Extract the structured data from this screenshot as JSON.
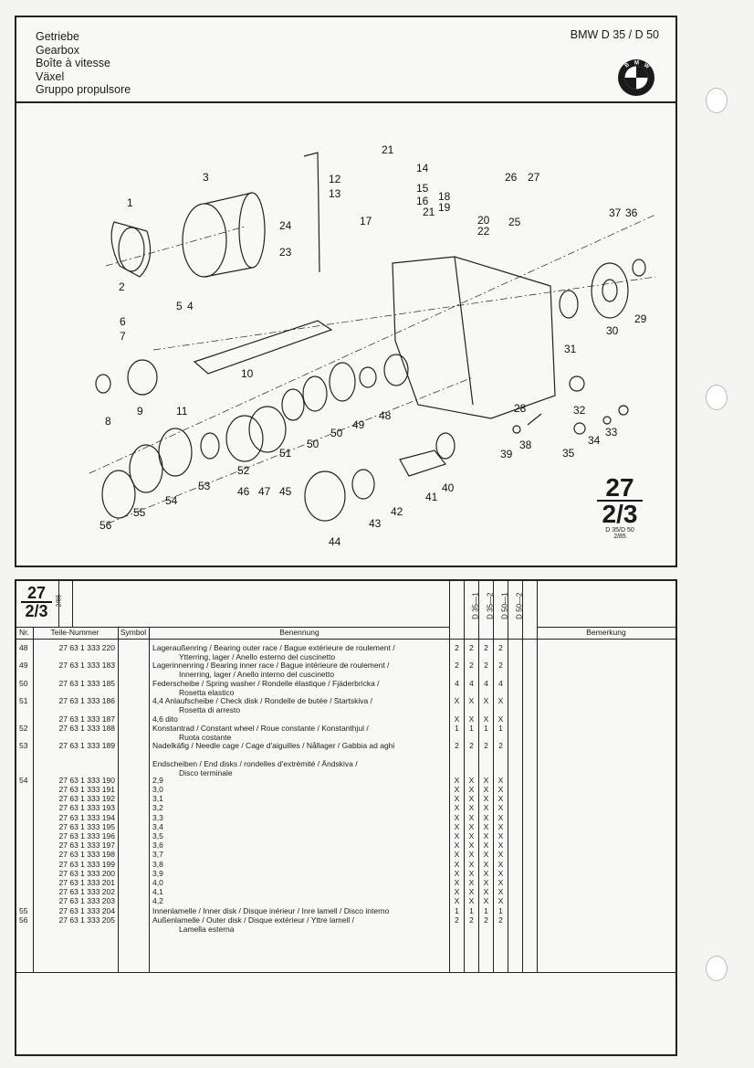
{
  "header": {
    "titles": [
      "Getriebe",
      "Gearbox",
      "Boîte à vitesse",
      "Växel",
      "Gruppo propulsore"
    ],
    "model": "BMW D 35 / D 50",
    "logo": "bmw-roundel-icon"
  },
  "diagram": {
    "callouts": [
      "1",
      "2",
      "3",
      "4",
      "5",
      "6",
      "7",
      "8",
      "9",
      "10",
      "11",
      "12",
      "13",
      "14",
      "15",
      "16",
      "17",
      "18",
      "19",
      "20",
      "21",
      "22",
      "23",
      "24",
      "25",
      "26",
      "27",
      "28",
      "29",
      "30",
      "31",
      "32",
      "33",
      "34",
      "35",
      "36",
      "37",
      "38",
      "39",
      "40",
      "41",
      "42",
      "43",
      "44",
      "45",
      "46",
      "47",
      "48",
      "49",
      "50",
      "51",
      "52",
      "53",
      "54",
      "55",
      "56"
    ],
    "page_group": "27",
    "page_sub": "2/3",
    "page_model": "D 35/D 50",
    "page_date": "2/85"
  },
  "table": {
    "group": "27",
    "sub": "2/3",
    "date": "2/85",
    "headers": {
      "nr": "Nr.",
      "part_number": "Teile-Nummer",
      "symbol": "Symbol",
      "description": "Benennung",
      "variants": [
        "D 35—1",
        "D 35—2",
        "D 50—1",
        "D 50—2"
      ],
      "remark": "Bemerkung"
    },
    "rows": [
      {
        "nr": "48",
        "part": "27 63 1 333 220",
        "desc": "Lageraußenring / Bearing outer race / Bague extérieure de roulement /",
        "desc2": "Ytterring, lager / Anello esterno del cuscinetto",
        "qty": [
          "2",
          "2",
          "2",
          "2"
        ]
      },
      {
        "nr": "49",
        "part": "27 63 1 333 183",
        "desc": "Lagerinnenring / Bearing inner race / Bague intérieure de roulement /",
        "desc2": "Innerring, lager / Anello interno del cuscinetto",
        "qty": [
          "2",
          "2",
          "2",
          "2"
        ]
      },
      {
        "nr": "50",
        "part": "27 63 1 333 185",
        "desc": "Federscheibe / Spring washer / Rondelle élastique / Fjäderbricka /",
        "desc2": "Rosetta elastico",
        "qty": [
          "4",
          "4",
          "4",
          "4"
        ]
      },
      {
        "nr": "51",
        "part": "27 63 1 333 186",
        "desc": "4,4  Anlaufscheibe / Check disk / Rondelle de butée / Startskiva /",
        "desc2": "Rosetta di arresto",
        "qty": [
          "X",
          "X",
          "X",
          "X"
        ]
      },
      {
        "nr": "",
        "part": "27 63 1 333 187",
        "desc": "4,6  dito",
        "desc2": "",
        "qty": [
          "X",
          "X",
          "X",
          "X"
        ]
      },
      {
        "nr": "52",
        "part": "27 63 1 333 188",
        "desc": "Konstantrad / Constant wheel / Roue constante / Konstanthjul /",
        "desc2": "Ruota costante",
        "qty": [
          "1",
          "1",
          "1",
          "1"
        ]
      },
      {
        "nr": "53",
        "part": "27 63 1 333 189",
        "desc": "Nadelkäfig / Needle cage / Cage d'aiguilles / Nållager / Gabbia ad aghi",
        "desc2": "",
        "qty": [
          "2",
          "2",
          "2",
          "2"
        ]
      },
      {
        "nr": "",
        "part": "",
        "desc": "Endscheiben / End disks / rondelles d'extrémité / Ändskiva /",
        "desc2": "Disco terminale",
        "qty": [
          "",
          "",
          "",
          ""
        ]
      },
      {
        "nr": "54",
        "part": "27 63 1 333 190",
        "desc": "2,9",
        "desc2": "",
        "qty": [
          "X",
          "X",
          "X",
          "X"
        ]
      },
      {
        "nr": "",
        "part": "27 63 1 333 191",
        "desc": "3,0",
        "desc2": "",
        "qty": [
          "X",
          "X",
          "X",
          "X"
        ]
      },
      {
        "nr": "",
        "part": "27 63 1 333 192",
        "desc": "3,1",
        "desc2": "",
        "qty": [
          "X",
          "X",
          "X",
          "X"
        ]
      },
      {
        "nr": "",
        "part": "27 63 1 333 193",
        "desc": "3,2",
        "desc2": "",
        "qty": [
          "X",
          "X",
          "X",
          "X"
        ]
      },
      {
        "nr": "",
        "part": "27 63 1 333 194",
        "desc": "3,3",
        "desc2": "",
        "qty": [
          "X",
          "X",
          "X",
          "X"
        ]
      },
      {
        "nr": "",
        "part": "27 63 1 333 195",
        "desc": "3,4",
        "desc2": "",
        "qty": [
          "X",
          "X",
          "X",
          "X"
        ]
      },
      {
        "nr": "",
        "part": "27 63 1 333 196",
        "desc": "3,5",
        "desc2": "",
        "qty": [
          "X",
          "X",
          "X",
          "X"
        ]
      },
      {
        "nr": "",
        "part": "27 63 1 333 197",
        "desc": "3,6",
        "desc2": "",
        "qty": [
          "X",
          "X",
          "X",
          "X"
        ]
      },
      {
        "nr": "",
        "part": "27 63 1 333 198",
        "desc": "3,7",
        "desc2": "",
        "qty": [
          "X",
          "X",
          "X",
          "X"
        ]
      },
      {
        "nr": "",
        "part": "27 63 1 333 199",
        "desc": "3,8",
        "desc2": "",
        "qty": [
          "X",
          "X",
          "X",
          "X"
        ]
      },
      {
        "nr": "",
        "part": "27 63 1 333 200",
        "desc": "3,9",
        "desc2": "",
        "qty": [
          "X",
          "X",
          "X",
          "X"
        ]
      },
      {
        "nr": "",
        "part": "27 63 1 333 201",
        "desc": "4,0",
        "desc2": "",
        "qty": [
          "X",
          "X",
          "X",
          "X"
        ]
      },
      {
        "nr": "",
        "part": "27 63 1 333 202",
        "desc": "4,1",
        "desc2": "",
        "qty": [
          "X",
          "X",
          "X",
          "X"
        ]
      },
      {
        "nr": "",
        "part": "27 63 1 333 203",
        "desc": "4,2",
        "desc2": "",
        "qty": [
          "X",
          "X",
          "X",
          "X"
        ]
      },
      {
        "nr": "55",
        "part": "27 63 1 333 204",
        "desc": "Innenlamelle / Inner disk / Disque inérieur / Inre lamell / Disco interno",
        "desc2": "",
        "qty": [
          "1",
          "1",
          "1",
          "1"
        ]
      },
      {
        "nr": "56",
        "part": "27 63 1 333 205",
        "desc": "Außenlamelle / Outer disk / Disque extérieur / Yttre lamell /",
        "desc2": "Lamella esterna",
        "qty": [
          "2",
          "2",
          "2",
          "2"
        ]
      }
    ]
  }
}
